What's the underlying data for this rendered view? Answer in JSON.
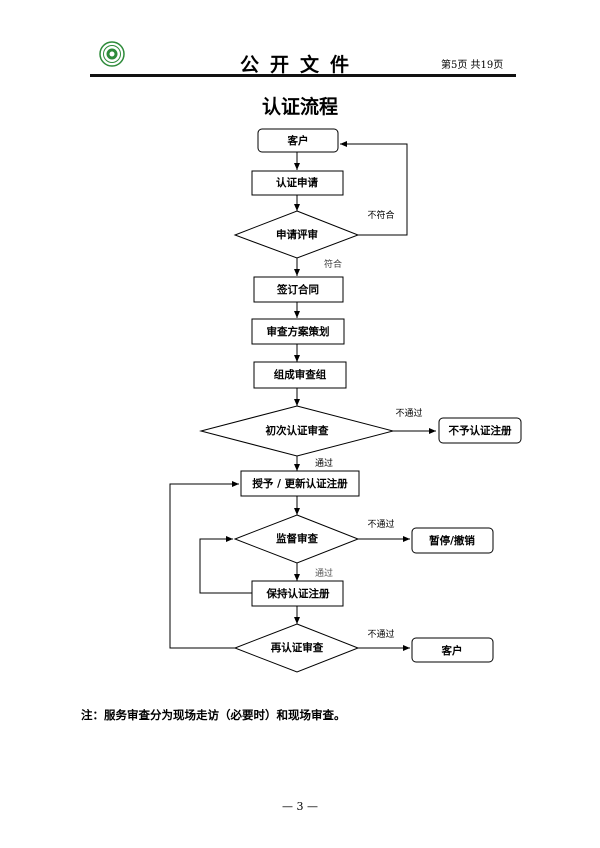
{
  "header": {
    "logo": "green-circular-emblem-icon",
    "title": "公开文件",
    "page_info": "第5页 共19页",
    "logo_color": "#2e8b3a"
  },
  "document": {
    "title": "认证流程",
    "note": "注：服务审查分为现场走访（必要时）和现场审查。",
    "page_number": "— 3 —"
  },
  "flowchart": {
    "nodes": {
      "customer_start": "客户",
      "application": "认证申请",
      "application_review": "申请评审",
      "sign_contract": "签订合同",
      "audit_planning": "审查方案策划",
      "form_team": "组成审查组",
      "initial_audit": "初次认证审查",
      "no_registration": "不予认证注册",
      "grant_update": "授予 / 更新认证注册",
      "surveillance": "监督审查",
      "suspend_revoke": "暂停/撤销",
      "maintain": "保持认证注册",
      "recertification": "再认证审查",
      "customer_end": "客户"
    },
    "edge_labels": {
      "not_conform": "不符合",
      "conform": "符合",
      "fail_initial": "不通过",
      "pass_initial": "通过",
      "fail_surveillance": "不通过",
      "pass_surveillance": "通过",
      "fail_recert": "不通过"
    }
  }
}
